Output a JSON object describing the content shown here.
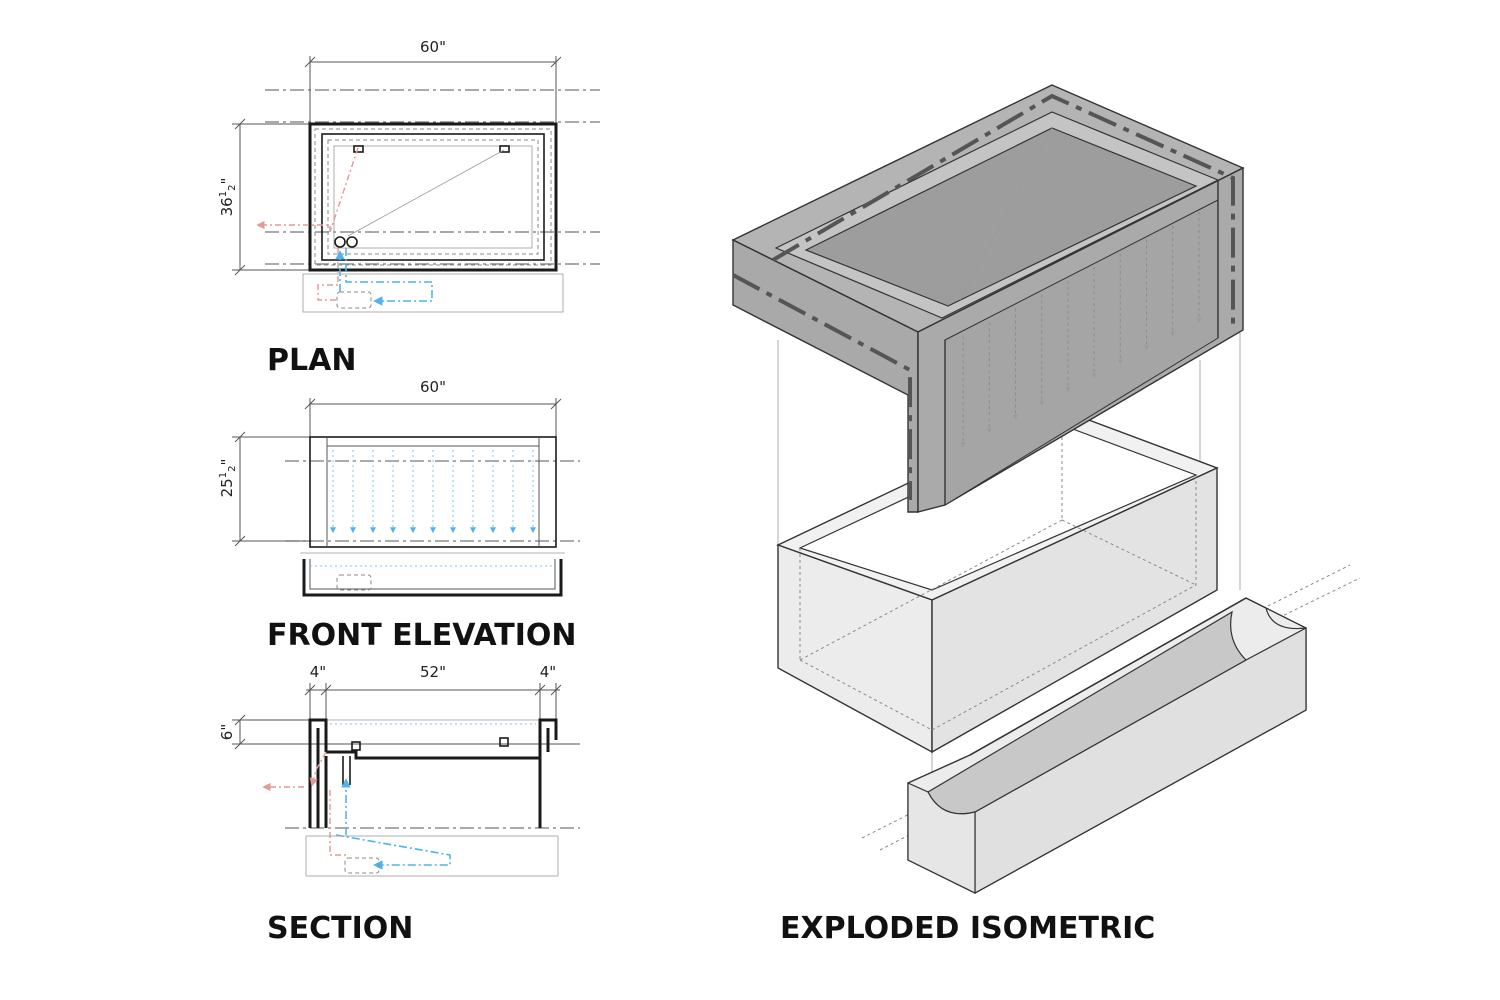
{
  "titles": {
    "plan": "PLAN",
    "front_elevation": "FRONT ELEVATION",
    "section": "SECTION",
    "exploded_isometric": "EXPLODED ISOMETRIC"
  },
  "dimensions": {
    "plan_width": "60\"",
    "plan_depth_whole": "36",
    "plan_depth_frac_num": "1",
    "plan_depth_frac_den": "2",
    "plan_depth_unit": "\"",
    "elev_width": "60\"",
    "elev_height_whole": "25",
    "elev_height_frac_num": "1",
    "elev_height_frac_den": "2",
    "elev_height_unit": "\"",
    "section_left": "4\"",
    "section_middle": "52\"",
    "section_right": "4\"",
    "section_height": "6\""
  },
  "colors": {
    "ink": "#1a1a1a",
    "water": "#4fb3ee",
    "overflow": "#e29a95",
    "top_fill": "#b4b4b4",
    "side_fill": "#9d9d9d",
    "tub_fill": "#e8e8e8",
    "basin_fill": "#d8d8d8"
  }
}
